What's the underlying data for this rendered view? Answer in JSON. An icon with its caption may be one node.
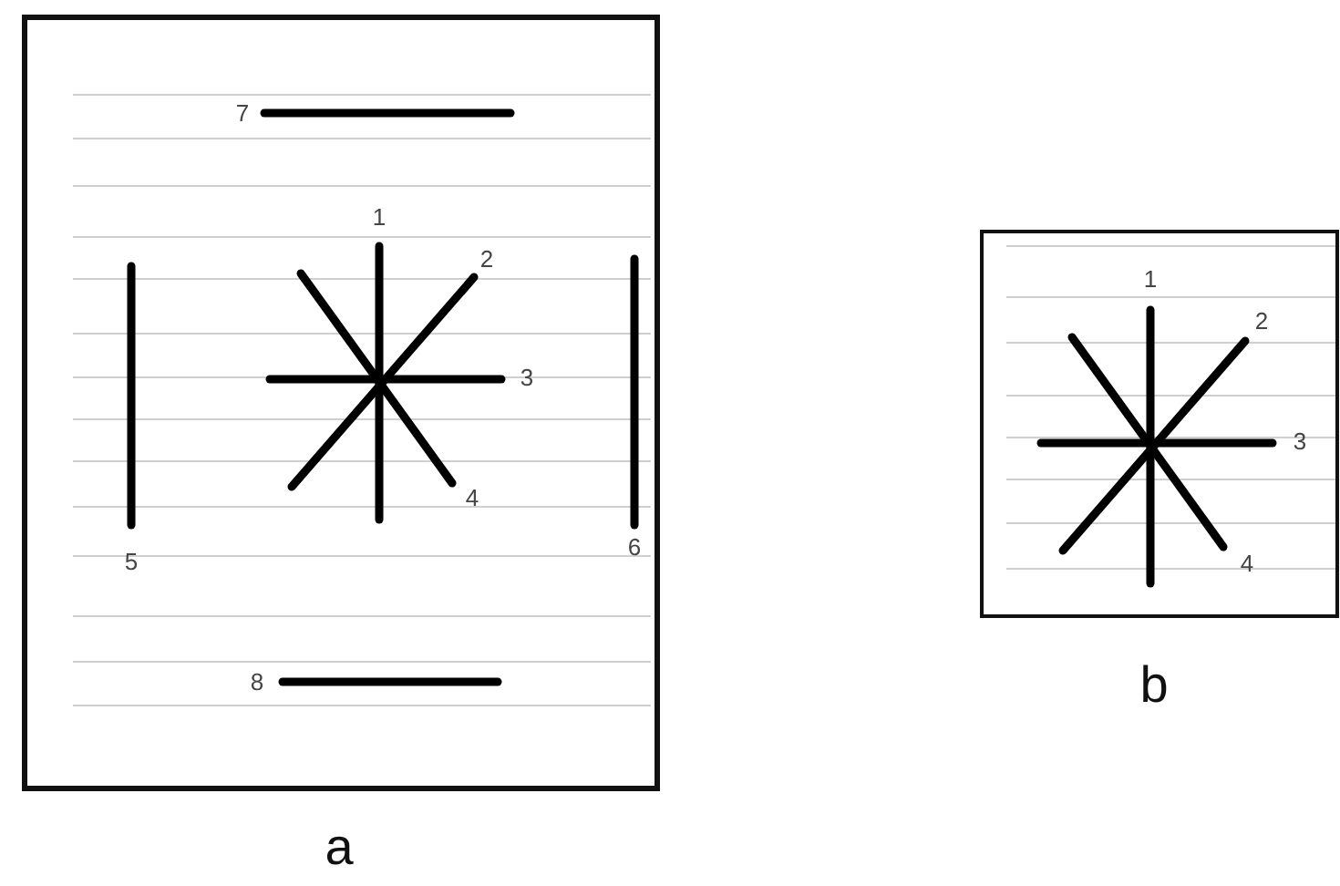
{
  "diagram": {
    "labels": [
      "7",
      "1",
      "2",
      "3",
      "4",
      "5",
      "6",
      "8",
      "a",
      "1",
      "2",
      "3",
      "4",
      "b"
    ]
  }
}
